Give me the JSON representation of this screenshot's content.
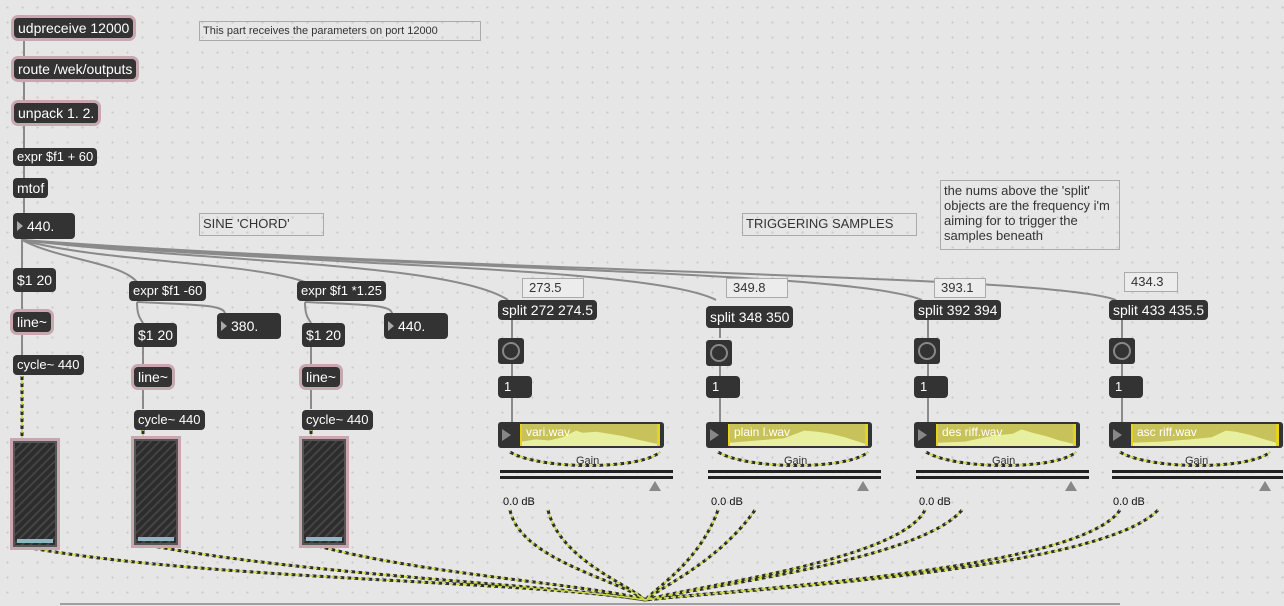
{
  "top_chain": {
    "udpreceive": "udpreceive 12000",
    "route": "route /wek/outputs",
    "unpack": "unpack 1. 2.",
    "expr": "expr $f1 + 60",
    "mtof": "mtof",
    "freq_number": "440."
  },
  "comments": {
    "port_note": "This part receives the parameters on port 12000",
    "sine_chord": "SINE 'CHORD'",
    "triggering": "TRIGGERING SAMPLES",
    "split_note": "the nums above the 'split' objects are the frequency i'm aiming for to trigger the samples beneath"
  },
  "sine_voices": [
    {
      "expr": "",
      "number": "",
      "msg": "$1 20",
      "line": "line~",
      "cycle": "cycle~ 440",
      "meter_level": 0.02
    },
    {
      "expr": "expr $f1 -60",
      "number": "380.",
      "msg": "$1 20",
      "line": "line~",
      "cycle": "cycle~ 440",
      "meter_level": 0.02
    },
    {
      "expr": "expr $f1 *1.25",
      "number": "440.",
      "msg": "$1 20",
      "line": "line~",
      "cycle": "cycle~ 440",
      "meter_level": 0.02
    }
  ],
  "sample_voices": [
    {
      "target": "273.5",
      "split": "split 272 274.5",
      "toggle_value": "1",
      "file": "vari.wav",
      "gain_label": "Gain",
      "db": "0.0 dB",
      "gain_level": 0.9
    },
    {
      "target": "349.8",
      "split": "split 348 350",
      "toggle_value": "1",
      "file": "plain l.wav",
      "gain_label": "Gain",
      "db": "0.0 dB",
      "gain_level": 0.9
    },
    {
      "target": "393.1",
      "split": "split 392 394",
      "toggle_value": "1",
      "file": "des riff.wav",
      "gain_label": "Gain",
      "db": "0.0 dB",
      "gain_level": 0.9
    },
    {
      "target": "434.3",
      "split": "split 433 435.5",
      "toggle_value": "1",
      "file": "asc riff.wav",
      "gain_label": "Gain",
      "db": "0.0 dB",
      "gain_level": 0.9
    }
  ],
  "colors": {
    "canvas": "#e6e6e6",
    "object": "#333333",
    "selection": "#c8a7b0",
    "signal_patchcord": "#c9d84a",
    "waveform": "#c8c25a"
  }
}
